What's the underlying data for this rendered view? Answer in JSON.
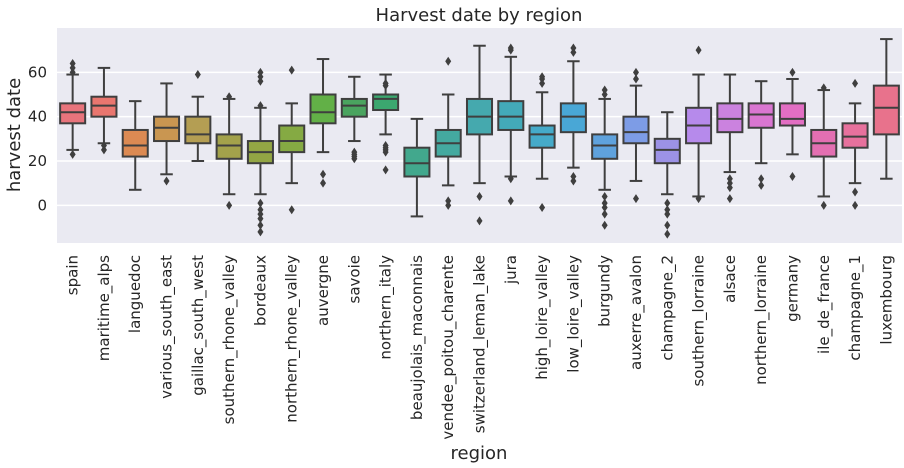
{
  "chart_data": {
    "type": "box",
    "title": "Harvest date by region",
    "xlabel": "region",
    "ylabel": "harvest date",
    "ylim": [
      -17,
      80
    ],
    "yticks": [
      0,
      20,
      40,
      60
    ],
    "grid": true,
    "background": "#eaeaf2",
    "categories": [
      "spain",
      "maritime_alps",
      "languedoc",
      "various_south_east",
      "gaillac_south_west",
      "southern_rhone_valley",
      "bordeaux",
      "northern_rhone_valley",
      "auvergne",
      "savoie",
      "northern_italy",
      "beaujolais_maconnais",
      "vendee_poitou_charente",
      "switzerland_leman_lake",
      "jura",
      "high_loire_valley",
      "low_loire_valley",
      "burgundy",
      "auxerre_avalon",
      "champagne_2",
      "southern_lorraine",
      "alsace",
      "northern_lorraine",
      "germany",
      "ile_de_france",
      "champagne_1",
      "luxembourg"
    ],
    "colors": [
      "#e8747c",
      "#e9766f",
      "#dc8a53",
      "#c99651",
      "#b49e53",
      "#a3a24b",
      "#93a644",
      "#85aa43",
      "#62b047",
      "#4aa45f",
      "#3ba76f",
      "#42a88d",
      "#44a9a0",
      "#45a9ae",
      "#43aab9",
      "#45aac9",
      "#49a7d6",
      "#5fa2dd",
      "#7d9ce6",
      "#9c92e6",
      "#b68aeb",
      "#cb82df",
      "#d976d1",
      "#e26ec3",
      "#e36fb2",
      "#e7719d",
      "#e8728c"
    ],
    "boxes": [
      {
        "whislo": 25,
        "q1": 37,
        "med": 42,
        "q3": 46,
        "whishi": 59,
        "fliers": [
          23,
          60,
          62,
          64
        ]
      },
      {
        "whislo": 28,
        "q1": 40,
        "med": 45,
        "q3": 49,
        "whishi": 62,
        "fliers": [
          25,
          27
        ]
      },
      {
        "whislo": 7,
        "q1": 22,
        "med": 27,
        "q3": 34,
        "whishi": 47,
        "fliers": []
      },
      {
        "whislo": 14,
        "q1": 29,
        "med": 35,
        "q3": 40,
        "whishi": 55,
        "fliers": [
          11
        ]
      },
      {
        "whislo": 20,
        "q1": 28,
        "med": 32,
        "q3": 40,
        "whishi": 49,
        "fliers": [
          59
        ]
      },
      {
        "whislo": 5,
        "q1": 21,
        "med": 27,
        "q3": 32,
        "whishi": 48,
        "fliers": [
          0,
          49
        ]
      },
      {
        "whislo": 5,
        "q1": 19,
        "med": 24,
        "q3": 29,
        "whishi": 44,
        "fliers": [
          -12,
          -9,
          -6,
          -4,
          -2,
          1,
          45,
          56,
          58,
          60
        ]
      },
      {
        "whislo": 10,
        "q1": 24,
        "med": 29,
        "q3": 36,
        "whishi": 46,
        "fliers": [
          -2,
          61
        ]
      },
      {
        "whislo": 24,
        "q1": 37,
        "med": 42,
        "q3": 50,
        "whishi": 66,
        "fliers": [
          10,
          14
        ]
      },
      {
        "whislo": 29,
        "q1": 40,
        "med": 45,
        "q3": 48,
        "whishi": 58,
        "fliers": [
          21,
          22,
          23,
          24
        ]
      },
      {
        "whislo": 32,
        "q1": 43,
        "med": 48,
        "q3": 50,
        "whishi": 59,
        "fliers": [
          16,
          24,
          25,
          26,
          27,
          54,
          55
        ]
      },
      {
        "whislo": -5,
        "q1": 13,
        "med": 19,
        "q3": 26,
        "whishi": 39,
        "fliers": []
      },
      {
        "whislo": 9,
        "q1": 22,
        "med": 28,
        "q3": 34,
        "whishi": 50,
        "fliers": [
          0,
          2,
          65
        ]
      },
      {
        "whislo": 10,
        "q1": 32,
        "med": 40,
        "q3": 48,
        "whishi": 72,
        "fliers": [
          -7,
          4
        ]
      },
      {
        "whislo": 13,
        "q1": 34,
        "med": 40,
        "q3": 47,
        "whishi": 67,
        "fliers": [
          2,
          12,
          70,
          71
        ]
      },
      {
        "whislo": 12,
        "q1": 26,
        "med": 32,
        "q3": 36,
        "whishi": 51,
        "fliers": [
          -1,
          55,
          57,
          58
        ]
      },
      {
        "whislo": 17,
        "q1": 33,
        "med": 40,
        "q3": 46,
        "whishi": 65,
        "fliers": [
          11,
          13,
          69,
          71
        ]
      },
      {
        "whislo": 7,
        "q1": 21,
        "med": 27,
        "q3": 32,
        "whishi": 48,
        "fliers": [
          -9,
          -4,
          -1,
          1,
          4,
          50,
          52
        ]
      },
      {
        "whislo": 11,
        "q1": 28,
        "med": 33,
        "q3": 40,
        "whishi": 54,
        "fliers": [
          3,
          57,
          60
        ]
      },
      {
        "whislo": 5,
        "q1": 19,
        "med": 25,
        "q3": 30,
        "whishi": 42,
        "fliers": [
          -13,
          -9,
          -4,
          -2,
          1
        ]
      },
      {
        "whislo": 4,
        "q1": 28,
        "med": 36,
        "q3": 44,
        "whishi": 59,
        "fliers": [
          3,
          70
        ]
      },
      {
        "whislo": 15,
        "q1": 33,
        "med": 39,
        "q3": 46,
        "whishi": 59,
        "fliers": [
          3,
          8,
          10,
          12
        ]
      },
      {
        "whislo": 19,
        "q1": 35,
        "med": 41,
        "q3": 46,
        "whishi": 56,
        "fliers": [
          9,
          12
        ]
      },
      {
        "whislo": 23,
        "q1": 36,
        "med": 39,
        "q3": 46,
        "whishi": 57,
        "fliers": [
          13,
          60
        ]
      },
      {
        "whislo": 4,
        "q1": 22,
        "med": 28,
        "q3": 34,
        "whishi": 52,
        "fliers": [
          0,
          53
        ]
      },
      {
        "whislo": 10,
        "q1": 26,
        "med": 31,
        "q3": 37,
        "whishi": 46,
        "fliers": [
          0,
          6,
          55
        ]
      },
      {
        "whislo": 12,
        "q1": 32,
        "med": 44,
        "q3": 54,
        "whishi": 75,
        "fliers": []
      }
    ]
  }
}
